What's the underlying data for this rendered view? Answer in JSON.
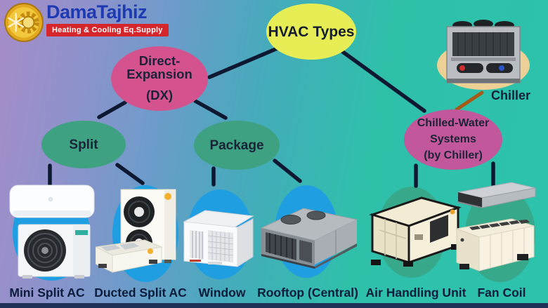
{
  "brand": {
    "name": "DamaTajhiz",
    "tagline": "Heating & Cooling Eq.Supply"
  },
  "tree": {
    "root": {
      "label": "HVAC Types"
    },
    "dx": {
      "line1": "Direct-Expansion",
      "line2": "(DX)"
    },
    "split": {
      "label": "Split"
    },
    "package": {
      "label": "Package"
    },
    "chilled_water": {
      "line1": "Chilled-Water",
      "line2": "Systems",
      "line3": "(by Chiller)"
    },
    "chiller": {
      "label": "Chiller"
    }
  },
  "products": [
    {
      "label": "Mini Split AC",
      "group": "Split",
      "icon": "mini-split-ac-image"
    },
    {
      "label": "Ducted Split AC",
      "group": "Split",
      "icon": "ducted-split-ac-image"
    },
    {
      "label": "Window",
      "group": "Package",
      "icon": "window-ac-image"
    },
    {
      "label": "Rooftop (Central)",
      "group": "Package",
      "icon": "rooftop-unit-image"
    },
    {
      "label": "Air Handling Unit",
      "group": "Chilled-Water Systems",
      "icon": "air-handling-unit-image"
    },
    {
      "label": "Fan Coil",
      "group": "Chilled-Water Systems",
      "icon": "fan-coil-image"
    }
  ],
  "colors": {
    "bg-purple": "#a68cc7",
    "bg-blue": "#6b9cc9",
    "bg-teal": "#2fc0aa",
    "node-root": "#e7ee55",
    "node-dx": "#d4538e",
    "node-green": "#3ea181",
    "node-chilled": "#c2579c",
    "ellipse-blue": "#1f9ee2",
    "ellipse-green": "#38a88a",
    "ellipse-tan": "#ecd096",
    "line": "#0d1831",
    "line-chiller": "#a65a17",
    "label": "#0c1c3c",
    "brand-blue": "#1d3ab2",
    "brand-red": "#d5262c",
    "bottom-bar": "#203157"
  }
}
